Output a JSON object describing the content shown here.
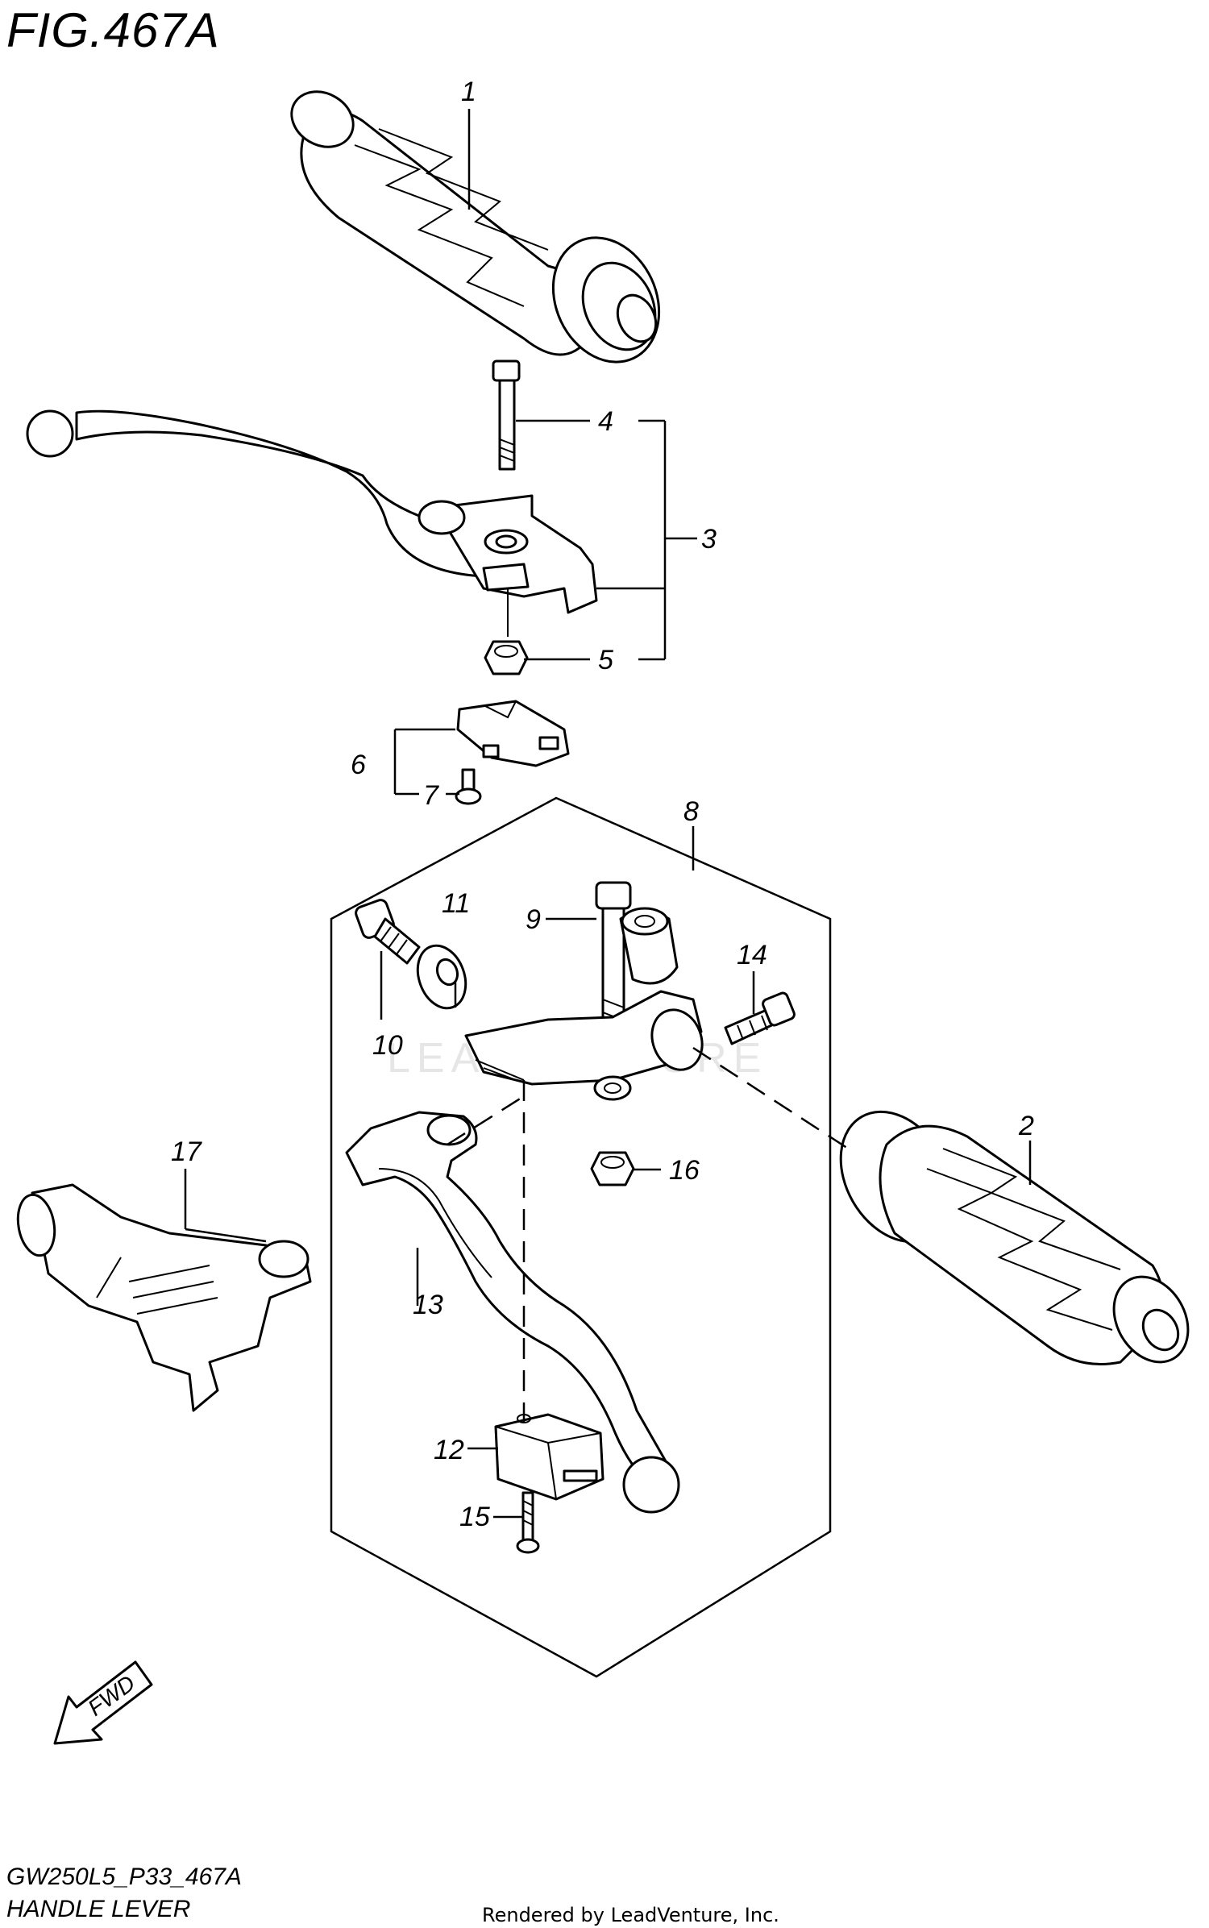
{
  "figure": {
    "title": "FIG.467A",
    "model_code": "GW250L5_P33_467A",
    "caption": "HANDLE LEVER",
    "rendered_by": "Rendered by LeadVenture, Inc.",
    "watermark": "LEADVENTURE",
    "fwd_label": "FWD"
  },
  "callouts": [
    {
      "number": "1",
      "part": "grip-left"
    },
    {
      "number": "2",
      "part": "grip-right"
    },
    {
      "number": "3",
      "part": "brake-lever-assembly"
    },
    {
      "number": "4",
      "part": "lever-pivot-bolt"
    },
    {
      "number": "5",
      "part": "lever-nut"
    },
    {
      "number": "6",
      "part": "brake-light-switch"
    },
    {
      "number": "7",
      "part": "switch-screw"
    },
    {
      "number": "8",
      "part": "clutch-lever-holder-set"
    },
    {
      "number": "9",
      "part": "clutch-pivot-bolt"
    },
    {
      "number": "10",
      "part": "adjuster-bolt"
    },
    {
      "number": "11",
      "part": "adjuster-nut"
    },
    {
      "number": "12",
      "part": "clutch-switch"
    },
    {
      "number": "13",
      "part": "clutch-lever"
    },
    {
      "number": "14",
      "part": "holder-bolt"
    },
    {
      "number": "15",
      "part": "switch-screw"
    },
    {
      "number": "16",
      "part": "clutch-nut"
    },
    {
      "number": "17",
      "part": "lever-cover"
    }
  ]
}
